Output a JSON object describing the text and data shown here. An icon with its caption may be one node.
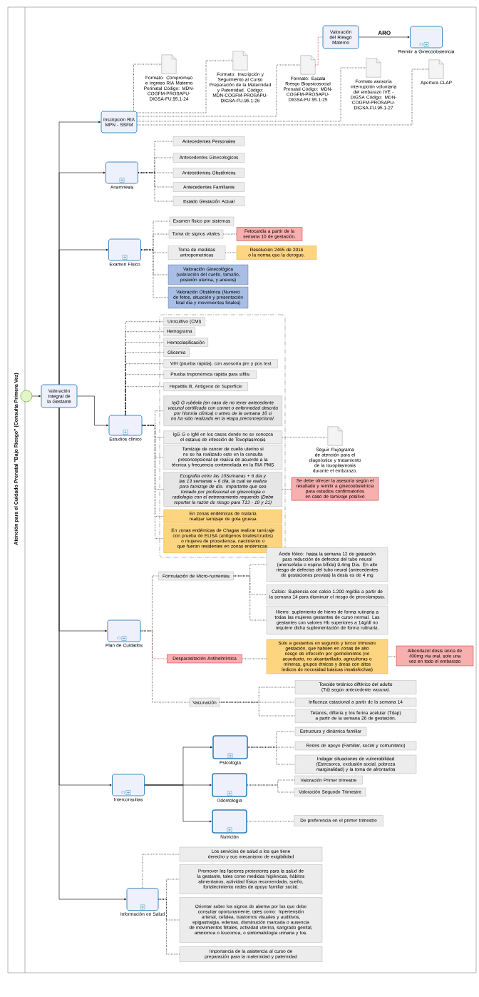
{
  "diagram": {
    "title": "Atención para el Cuidado Prenatal \"Bajo Riesgo\" (Consulta Primera Vez)",
    "nodes": [
      {
        "text": [],
        "shape": "circle"
      },
      {
        "text": [
          "Valoración Integral de la Gestante"
        ]
      },
      {
        "text": [
          "Inscripción RIA MPN - SSFM"
        ]
      },
      {
        "text": [
          "Formato: Compromiso e Ingreso RIA Materno Perinatal Código: MDN-COGFM-PROSAPU-DIGSA-FU.95.1-24"
        ]
      },
      {
        "text": [
          "Formato: Inscripción y Seguimiento al Curso Preparación de la Maternidad y Paternidad. Código: MDN-COGFM-PROSAPU-DIGSA-FU.95.1-26"
        ]
      },
      {
        "text": [
          "Formato: Escala Riesgo Biopsicosocial Prenatal Código: MDN-COGFM-PROSAPU-DIGSA-FU.95.1-25"
        ]
      },
      {
        "text": [
          "Valoración del Riesgo Materno"
        ]
      },
      {
        "text": [
          "Remitir a Ginecoobstetricia"
        ]
      },
      {
        "text": [
          "Formato asesoría interrupción voluntaria del embarazo IVE - DIGSA Código: MDN-COGFM-PROSAPU-DIGSA-FU.95.1-27"
        ]
      },
      {
        "text": [
          "Apertura CLAP"
        ]
      },
      {
        "text": [
          "Anamnesis"
        ]
      },
      {
        "text": [
          "Antecedentes Personales"
        ]
      },
      {
        "text": [
          "Antecedentes Ginecologicos"
        ]
      },
      {
        "text": [
          "Antecedentes Obstétricos"
        ]
      },
      {
        "text": [
          "Antecedentes Familiares"
        ]
      },
      {
        "text": [
          "Estado Gestación Actual"
        ]
      },
      {
        "text": [
          "Examen Físico"
        ]
      },
      {
        "text": [
          "Examen físico por sistemas"
        ]
      },
      {
        "text": [
          "Toma de signos vitales"
        ]
      },
      {
        "text": [
          "Fetocardia a partir de la semana 10 de gestación."
        ]
      },
      {
        "text": [
          "Toma de medidas antropometricas"
        ]
      },
      {
        "text": [
          "Resolución 2465 de 2016 o la norma que la derogue."
        ]
      },
      {
        "text": [
          "Valoración Ginecológica (valoración del cuello, tamaño, posición uterina, y anexos)"
        ]
      },
      {
        "text": [
          "Valoración Obstétrica (Numero de fetos, situación y presentación fetal día y movimientos fetales)"
        ]
      },
      {
        "text": [
          "Estudios clínico"
        ]
      },
      {
        "text": [],
        "shape": "box"
      },
      {
        "text": [
          "Urocultivo (CMI)"
        ],
        "in": 25
      },
      {
        "text": [
          "Hemograma"
        ],
        "in": 25
      },
      {
        "text": [
          "Hemoclasificación"
        ],
        "in": 25
      },
      {
        "text": [
          "Glicemia"
        ],
        "in": 25
      },
      {
        "text": [
          "VIH (prueba rápida), con asesoría pre y pos test"
        ],
        "in": 25
      },
      {
        "text": [
          "Prueba treponémica rápida para sífilis"
        ],
        "in": 25
      },
      {
        "text": [
          "Hepatitis B, Antígeno de Superficie"
        ],
        "in": 25
      },
      {
        "text": [
          "IgG G rubéola (en caso de no tener antecedente vacunal certificado con carnet o enfermedad descrita por historia clínica) o antes de la semana 16 si no ha sido realizado en la etapa preconcepcional."
        ],
        "in": 25
      },
      {
        "text": [
          "IgG G e IgM en los casos donde no se conozca el estatus de infección de Toxoplasmosis"
        ],
        "in": 25
      },
      {
        "text": [
          "Tamizaje de cancer de cuello uterino si no se ha realizado este en la consulta preconcepcional se realiza de acuerdo a la técnica y frecuencia contemolada en la RIA PMS"
        ],
        "in": 25
      },
      {
        "text": [
          "Ecografía entre las 10Semanas + 6 día y las 13 semanas + 6 día, la cual se realiza para tamizaje de día. Importante que sea tomado por profesional en ginecología o radiología con el entrenamiento requerido (Debe reportar la razón de riesgo para T13 - 18 y 21)"
        ],
        "in": 25
      },
      {
        "text": [
          "En zonas endémicas de malaria realizar tamizaje de gota gruesa"
        ],
        "in": 25
      },
      {
        "text": [
          "En zonas endémicas de Chagas realizar tamizaje con prueba de ELISA (antígenos totales/crudos) o mujeres de procedencia, nacimiento o que fueran residentes en zonas endémicas."
        ],
        "in": 25
      },
      {
        "text": [
          "Seguir Flujograma de atención para el diagnóstico y tratamiento de la toxoplasmosis durante el embarazo."
        ]
      },
      {
        "text": [
          "Se debe ofrecer la asesoría según el resultado y remitir a ginecoobstetricia para estudios confirmatorios en caso de tamizaje positivo"
        ]
      },
      {
        "text": [
          "Plan de Cuidados"
        ]
      },
      {
        "text": [
          "Formulación de Micro-nutrientes"
        ]
      },
      {
        "text": [
          "Ácido fólico: hasta la semana 12 de gestación para reducción de defectos del tubo neural (anencefalia o espina bífida) 0.4mg Día. En alto riesgo de defectos del tubo neural (antecedentes de gestaciones previas) la dosis es de 4 mg"
        ]
      },
      {
        "text": [
          "Calcio: Suplencia con calcio 1.200 mg/día a partir de la semana 14 para disminuir el riesgo de preeclampsia."
        ]
      },
      {
        "text": [
          "Hierro: suplemento de hierro de forma rutinaria a todas las mujeres gestantes de curso normal. Las gestantes con valores Hb superiores a 14g/dl no requiere dicha suplementación de forma rutinaria."
        ]
      },
      {
        "text": [
          "Desparasitación Antihelmíntica"
        ]
      },
      {
        "text": [
          "Solo a gestantes en segundo y tercer trimestre gestación, que habiten en zonas de alto riesgo de infección por geohelmintos (no acueducto, no alcantarillado, agricultoras o mineras, grupos étnicos y áreas con altos índices de necesidad básicas insatisfechas)"
        ]
      },
      {
        "text": [
          "Albendazol dosis única de 400mg vía oral, solo una vez en todo el embarazo"
        ]
      },
      {
        "text": [
          "Vacunación"
        ]
      },
      {
        "text": [
          "Toxoide tetánico diftérico del adulto (Td) según antecedente vacunal."
        ]
      },
      {
        "text": [
          "Influenza estacional a partir de la semana 14"
        ]
      },
      {
        "text": [
          "Tetanos, difteria y tos ferina acelular (Tdap) a partir de la semana 26 de gestación."
        ]
      },
      {
        "text": [
          "Interconsultas"
        ]
      },
      {
        "text": [
          "Psicología"
        ]
      },
      {
        "text": [
          "Odontología"
        ]
      },
      {
        "text": [
          "Nutrición"
        ]
      },
      {
        "text": [
          "Estructura y dinámica familiar"
        ]
      },
      {
        "text": [
          "Redes de apoyo (Familiar, social y comunitario)"
        ]
      },
      {
        "text": [
          "Indagar situaciones de vulnerabilidad (Estresores, exclusión social, pobreza marginalidad) y la toma de afrontarlos"
        ]
      },
      {
        "text": [
          "Valoración Primer trimestre"
        ]
      },
      {
        "text": [
          "Valoración Segundo Trimestre"
        ]
      },
      {
        "text": [
          "De preferencia en el primer trimestre"
        ]
      },
      {
        "text": [
          "Información en Salud"
        ]
      },
      {
        "text": [
          "Los servicios de salud a los que tiene derecho y sus mecanismo de exigibilidad"
        ]
      },
      {
        "text": [
          "Promover los factores protectores para la salud de la gestante, tales como medidas higiénicas, hábitos alimentarios, actividad física recomendada, sueño, fortalecimiento redes de apoyo familiar social."
        ]
      },
      {
        "text": [
          "Orientar sobre los signos de alarma por los que debe consultar oportunamente, tales como: hipertensión arterial, cefalea, trastornos visuales y auditivos, epigastralgia, edemas, disminución marcada o ausencia de movimientos fetales, actividad uterina, sangrado genital, amniorrea o leucorrea, o sintomatología urinaria y tos."
        ]
      },
      {
        "text": [
          "Importancia de la asistencia al curso de preparación para la maternidad y paternidad"
        ]
      }
    ],
    "edges": [
      {
        "from": 0,
        "to": 1,
        "arrow": "to"
      },
      {
        "from": 1,
        "to": 2,
        "arrow": "to"
      },
      {
        "from": 2,
        "to": 3,
        "arrow": "none",
        "style": "dashed"
      },
      {
        "from": 2,
        "to": 4,
        "arrow": "none",
        "style": "dashed"
      },
      {
        "from": 2,
        "to": 5,
        "arrow": "none",
        "style": "dashed"
      },
      {
        "from": 2,
        "to": 8,
        "arrow": "none",
        "style": "dashed"
      },
      {
        "from": 2,
        "to": 9,
        "arrow": "none",
        "style": "dashed"
      },
      {
        "from": 5,
        "to": 6,
        "arrow": "none",
        "style": "dashed",
        "color": "#c00000"
      },
      {
        "from": 6,
        "to": 7,
        "arrow": "to",
        "label": "ARO"
      },
      {
        "from": 1,
        "to": 10,
        "arrow": "to"
      },
      {
        "from": 10,
        "to": 11,
        "arrow": "none",
        "style": "dashed"
      },
      {
        "from": 10,
        "to": 12,
        "arrow": "none",
        "style": "dashed"
      },
      {
        "from": 10,
        "to": 13,
        "arrow": "none",
        "style": "dashed"
      },
      {
        "from": 10,
        "to": 14,
        "arrow": "none",
        "style": "dashed"
      },
      {
        "from": 10,
        "to": 15,
        "arrow": "none",
        "style": "dashed"
      },
      {
        "from": 1,
        "to": 16,
        "arrow": "to"
      },
      {
        "from": 16,
        "to": 17,
        "arrow": "none",
        "style": "dashed"
      },
      {
        "from": 16,
        "to": 18,
        "arrow": "none",
        "style": "dashed"
      },
      {
        "from": 16,
        "to": 20,
        "arrow": "none",
        "style": "dashed"
      },
      {
        "from": 16,
        "to": 22,
        "arrow": "none",
        "style": "dashed"
      },
      {
        "from": 16,
        "to": 23,
        "arrow": "none",
        "style": "dashed"
      },
      {
        "from": 18,
        "to": 19,
        "arrow": "none",
        "style": "dashed"
      },
      {
        "from": 20,
        "to": 21,
        "arrow": "none",
        "style": "dashed"
      },
      {
        "from": 1,
        "to": 24,
        "arrow": "to"
      },
      {
        "from": 24,
        "to": 26,
        "arrow": "none",
        "style": "dashed"
      },
      {
        "from": 24,
        "to": 27,
        "arrow": "none",
        "style": "dashed"
      },
      {
        "from": 24,
        "to": 28,
        "arrow": "none",
        "style": "dashed"
      },
      {
        "from": 24,
        "to": 29,
        "arrow": "none",
        "style": "dashed"
      },
      {
        "from": 24,
        "to": 30,
        "arrow": "none",
        "style": "dashed"
      },
      {
        "from": 24,
        "to": 31,
        "arrow": "none",
        "style": "dashed"
      },
      {
        "from": 24,
        "to": 32,
        "arrow": "none",
        "style": "dashed"
      },
      {
        "from": 24,
        "to": 33,
        "arrow": "none",
        "style": "dashed"
      },
      {
        "from": 24,
        "to": 34,
        "arrow": "none",
        "style": "dashed"
      },
      {
        "from": 24,
        "to": 35,
        "arrow": "none",
        "style": "dashed"
      },
      {
        "from": 24,
        "to": 36,
        "arrow": "none",
        "style": "dashed"
      },
      {
        "from": 24,
        "to": 37,
        "arrow": "none",
        "style": "dashed"
      },
      {
        "from": 24,
        "to": 38,
        "arrow": "none",
        "style": "dashed"
      },
      {
        "from": 34,
        "to": 39,
        "arrow": "none",
        "style": "dashed"
      },
      {
        "from": 36,
        "to": 40,
        "arrow": "none",
        "style": "dashed"
      },
      {
        "from": 1,
        "to": 41,
        "arrow": "to"
      },
      {
        "from": 41,
        "to": 42,
        "arrow": "none",
        "style": "dashed"
      },
      {
        "from": 41,
        "to": 46,
        "arrow": "none",
        "style": "dashed",
        "color": "#c00000"
      },
      {
        "from": 41,
        "to": 49,
        "arrow": "none",
        "style": "dashed"
      },
      {
        "from": 42,
        "to": 43,
        "arrow": "none",
        "style": "dashed"
      },
      {
        "from": 42,
        "to": 44,
        "arrow": "none",
        "style": "dashed"
      },
      {
        "from": 42,
        "to": 45,
        "arrow": "none",
        "style": "dashed"
      },
      {
        "from": 46,
        "to": 47,
        "arrow": "none",
        "style": "dashed"
      },
      {
        "from": 47,
        "to": 48,
        "arrow": "none",
        "style": "dashed"
      },
      {
        "from": 49,
        "to": 50,
        "arrow": "none",
        "style": "dashed"
      },
      {
        "from": 49,
        "to": 51,
        "arrow": "none",
        "style": "dashed"
      },
      {
        "from": 49,
        "to": 52,
        "arrow": "none",
        "style": "dashed"
      },
      {
        "from": 1,
        "to": 53,
        "arrow": "to"
      },
      {
        "from": 53,
        "to": 54,
        "arrow": "to"
      },
      {
        "from": 53,
        "to": 55,
        "arrow": "to"
      },
      {
        "from": 53,
        "to": 56,
        "arrow": "to"
      },
      {
        "from": 54,
        "to": 57,
        "arrow": "none",
        "style": "dashed"
      },
      {
        "from": 54,
        "to": 58,
        "arrow": "none",
        "style": "dashed"
      },
      {
        "from": 54,
        "to": 59,
        "arrow": "none",
        "style": "dashed"
      },
      {
        "from": 55,
        "to": 60,
        "arrow": "none",
        "style": "dashed"
      },
      {
        "from": 55,
        "to": 61,
        "arrow": "none",
        "style": "dashed"
      },
      {
        "from": 56,
        "to": 62,
        "arrow": "none",
        "style": "dashed"
      },
      {
        "from": 1,
        "to": 63,
        "arrow": "to"
      },
      {
        "from": 63,
        "to": 64,
        "arrow": "none",
        "style": "dashed"
      },
      {
        "from": 63,
        "to": 65,
        "arrow": "none",
        "style": "dashed"
      },
      {
        "from": 63,
        "to": 66,
        "arrow": "none",
        "style": "dashed"
      },
      {
        "from": 63,
        "to": 67,
        "arrow": "none",
        "style": "dashed"
      }
    ]
  }
}
